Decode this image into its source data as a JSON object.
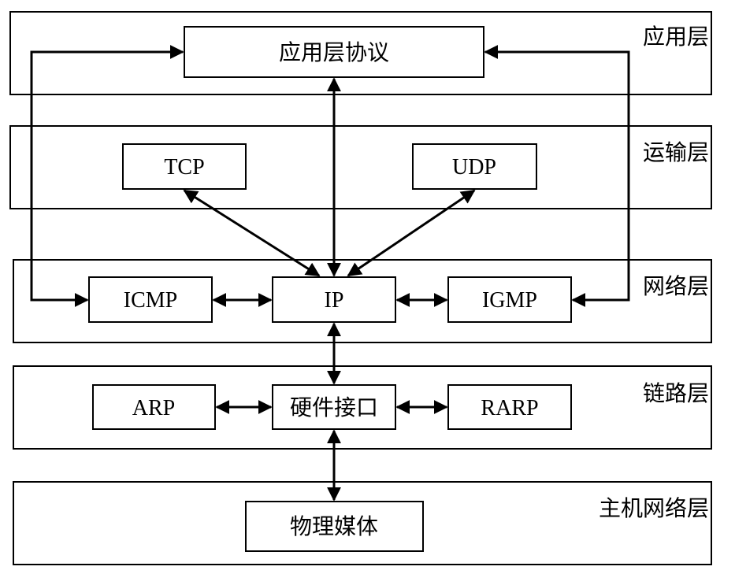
{
  "layers": {
    "application": "应用层",
    "transport": "运输层",
    "network": "网络层",
    "link": "链路层",
    "host_network": "主机网络层"
  },
  "nodes": {
    "app_protocol": "应用层协议",
    "tcp": "TCP",
    "udp": "UDP",
    "icmp": "ICMP",
    "ip": "IP",
    "igmp": "IGMP",
    "arp": "ARP",
    "hw_interface": "硬件接口",
    "rarp": "RARP",
    "physical_media": "物理媒体"
  }
}
